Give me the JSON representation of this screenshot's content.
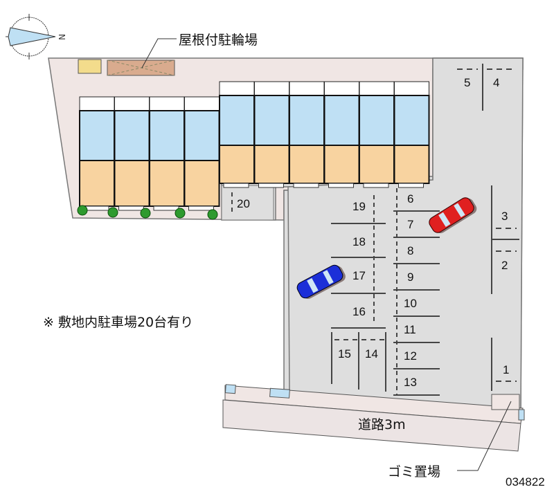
{
  "title": "屋根付駐輪場",
  "labels": {
    "bicycle_parking": "屋根付駐輪場",
    "road": "道路3m",
    "garbage": "ゴミ置場",
    "note": "※ 敷地内駐車場20台有り",
    "property_id": "034822",
    "compass_north": "N"
  },
  "parking": {
    "spaces": [
      "1",
      "2",
      "3",
      "4",
      "5",
      "6",
      "7",
      "8",
      "9",
      "10",
      "11",
      "12",
      "13",
      "14",
      "15",
      "16",
      "17",
      "18",
      "19",
      "20"
    ],
    "total": 20
  },
  "colors": {
    "lot_pink": "#f0e6e4",
    "parking_gray": "#dedede",
    "room_blue": "#bfe0f4",
    "room_orange": "#f8d3a0",
    "bike_roof": "#d9ab8e",
    "car_red": "#e02020",
    "car_blue": "#1c2fd8",
    "tree_green": "#2e9a2e"
  },
  "icons": [
    "compass-icon",
    "tree-icon",
    "car-icon",
    "bicycle-rack-icon"
  ]
}
